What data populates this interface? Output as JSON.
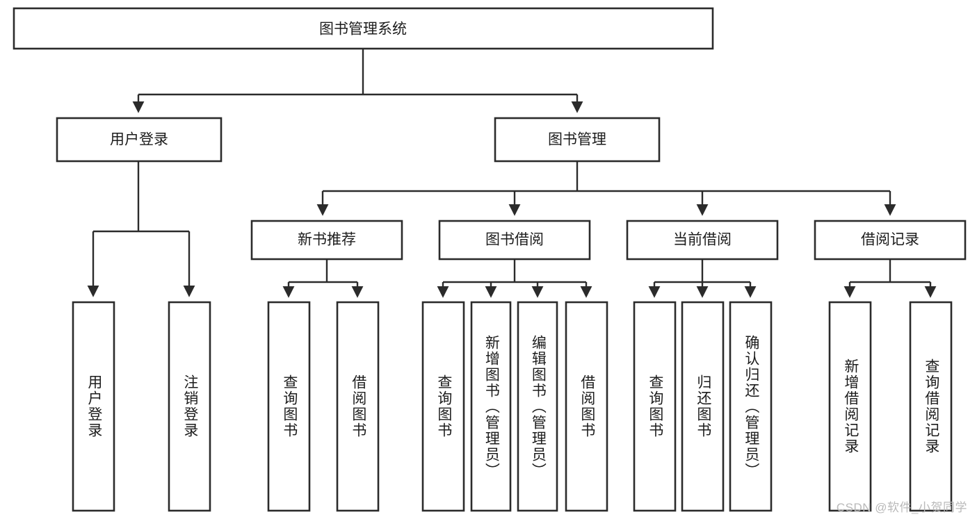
{
  "diagram": {
    "title": "图书管理系统",
    "type": "tree",
    "root": {
      "id": "root",
      "label": "图书管理系统",
      "level": 0
    },
    "level2": [
      {
        "id": "user-login",
        "label": "用户登录"
      },
      {
        "id": "book-manage",
        "label": "图书管理"
      }
    ],
    "level3": [
      {
        "id": "new-book-recommend",
        "label": "新书推荐",
        "parent": "book-manage"
      },
      {
        "id": "book-borrow",
        "label": "图书借阅",
        "parent": "book-manage"
      },
      {
        "id": "current-borrow",
        "label": "当前借阅",
        "parent": "book-manage"
      },
      {
        "id": "borrow-record",
        "label": "借阅记录",
        "parent": "book-manage"
      }
    ],
    "leaves": [
      {
        "id": "leaf-user-login",
        "label": "用户登录",
        "parent": "user-login"
      },
      {
        "id": "leaf-logout-login",
        "label": "注销登录",
        "parent": "user-login"
      },
      {
        "id": "leaf-query-book-1",
        "label": "查询图书",
        "parent": "new-book-recommend"
      },
      {
        "id": "leaf-borrow-book-1",
        "label": "借阅图书",
        "parent": "new-book-recommend"
      },
      {
        "id": "leaf-query-book-2",
        "label": "查询图书",
        "parent": "book-borrow"
      },
      {
        "id": "leaf-add-book",
        "label": "新增图书（管理员）",
        "parent": "book-borrow"
      },
      {
        "id": "leaf-edit-book",
        "label": "编辑图书（管理员）",
        "parent": "book-borrow"
      },
      {
        "id": "leaf-borrow-book-2",
        "label": "借阅图书",
        "parent": "book-borrow"
      },
      {
        "id": "leaf-query-book-3",
        "label": "查询图书",
        "parent": "current-borrow"
      },
      {
        "id": "leaf-return-book",
        "label": "归还图书",
        "parent": "current-borrow"
      },
      {
        "id": "leaf-confirm-return",
        "label": "确认归还（管理员）",
        "parent": "current-borrow"
      },
      {
        "id": "leaf-add-record",
        "label": "新增借阅记录",
        "parent": "borrow-record"
      },
      {
        "id": "leaf-query-record",
        "label": "查询借阅记录",
        "parent": "borrow-record"
      }
    ],
    "colors": {
      "box_stroke": "#2b2b2b",
      "box_fill": "#ffffff",
      "text": "#1c1c1c",
      "connector": "#2b2b2b",
      "background": "#ffffff",
      "watermark": "#b9b9b9"
    }
  },
  "watermark": {
    "text": "CSDN @软件_小贺同学"
  }
}
